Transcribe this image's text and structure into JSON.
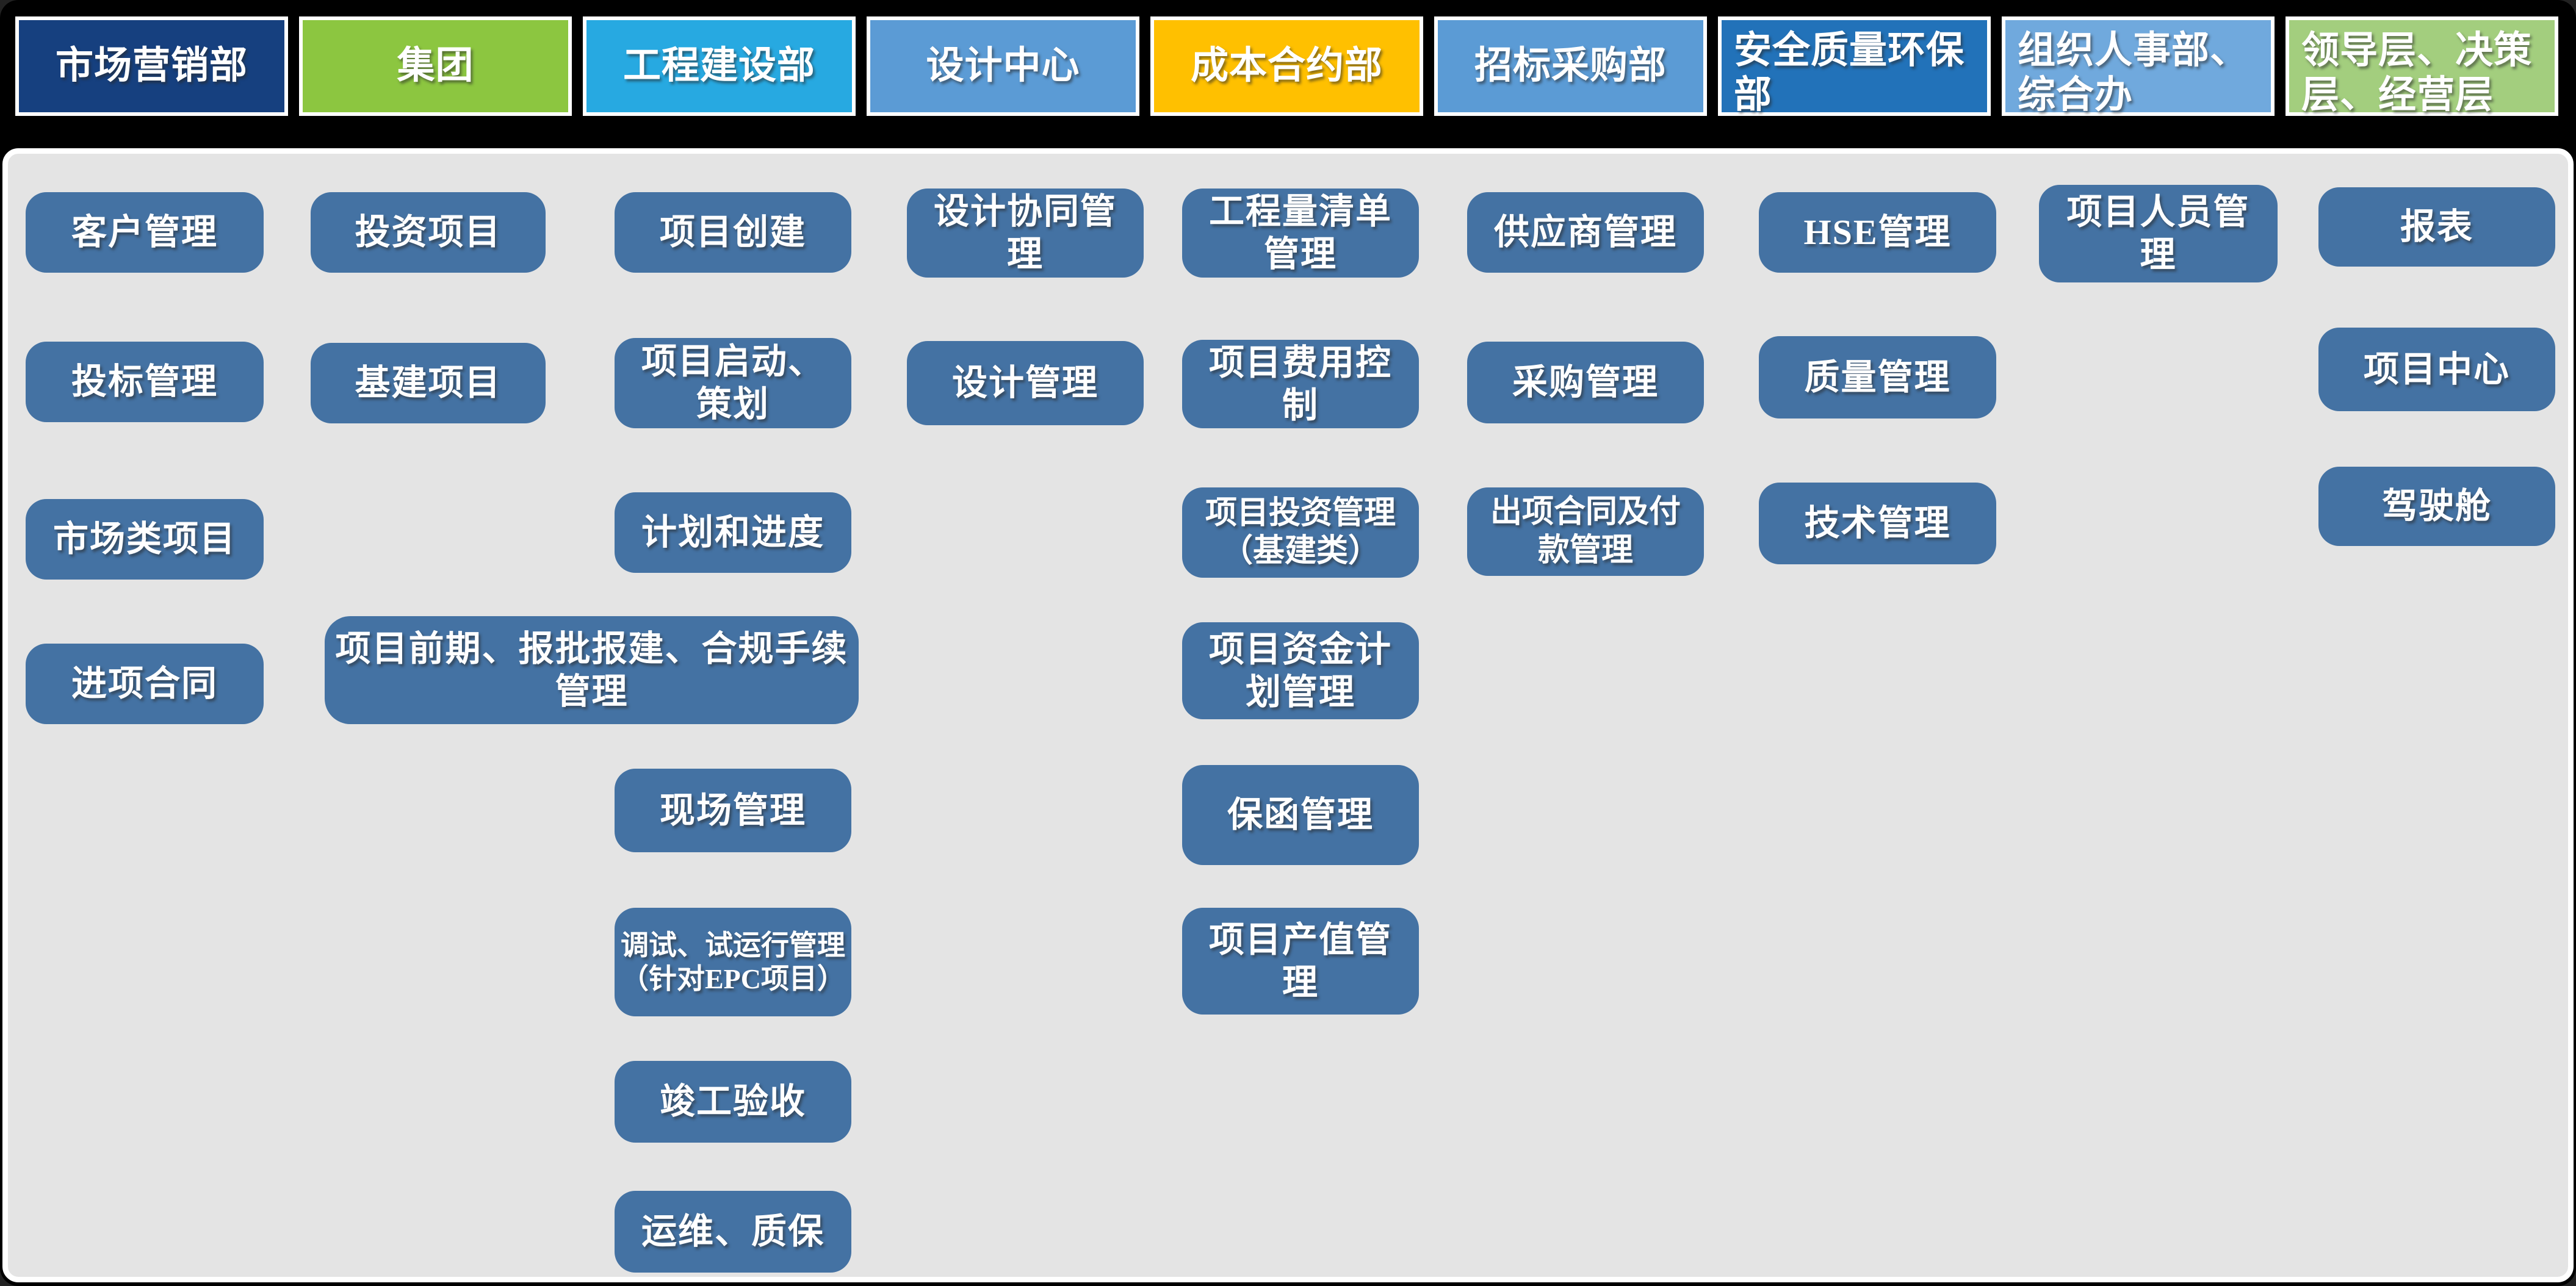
{
  "page": {
    "background": "#000000",
    "panel_background": "#E4E4E4",
    "module_color": "#4472A3",
    "text_color": "#FFFFFF"
  },
  "departments": [
    {
      "label": "市场营销部",
      "color": "#16407F"
    },
    {
      "label": "集团",
      "color": "#8CC640"
    },
    {
      "label": "工程建设部",
      "color": "#27A9E1"
    },
    {
      "label": "设计中心",
      "color": "#5B9BD5"
    },
    {
      "label": "成本合约部",
      "color": "#FFC000"
    },
    {
      "label": "招标采购部",
      "color": "#5B9BD5"
    },
    {
      "label": "安全质量环保部",
      "color": "#2272B9"
    },
    {
      "label": "组织人事部、综合办",
      "color": "#70A9DD"
    },
    {
      "label": "领导层、决策层、经营层",
      "color": "#A3CE7E"
    }
  ],
  "modules": {
    "marketing": [
      "客户管理",
      "投标管理",
      "市场类项目",
      "进项合同"
    ],
    "group": [
      "投资项目",
      "基建项目"
    ],
    "group_engineering_shared": "项目前期、报批报建、合规手续管理",
    "engineering": [
      "项目创建",
      "项目启动、策划",
      "计划和进度",
      "现场管理",
      "调试、试运行管理（针对EPC项目）",
      "竣工验收",
      "运维、质保"
    ],
    "design": [
      "设计协同管理",
      "设计管理"
    ],
    "cost": [
      "工程量清单管理",
      "项目费用控制",
      "项目投资管理（基建类）",
      "项目资金计划管理",
      "保函管理",
      "项目产值管理"
    ],
    "procurement": [
      "供应商管理",
      "采购管理",
      "出项合同及付款管理"
    ],
    "safety": [
      "HSE管理",
      "质量管理",
      "技术管理"
    ],
    "hr": [
      "项目人员管理"
    ],
    "leadership": [
      "报表",
      "项目中心",
      "驾驶舱"
    ]
  }
}
